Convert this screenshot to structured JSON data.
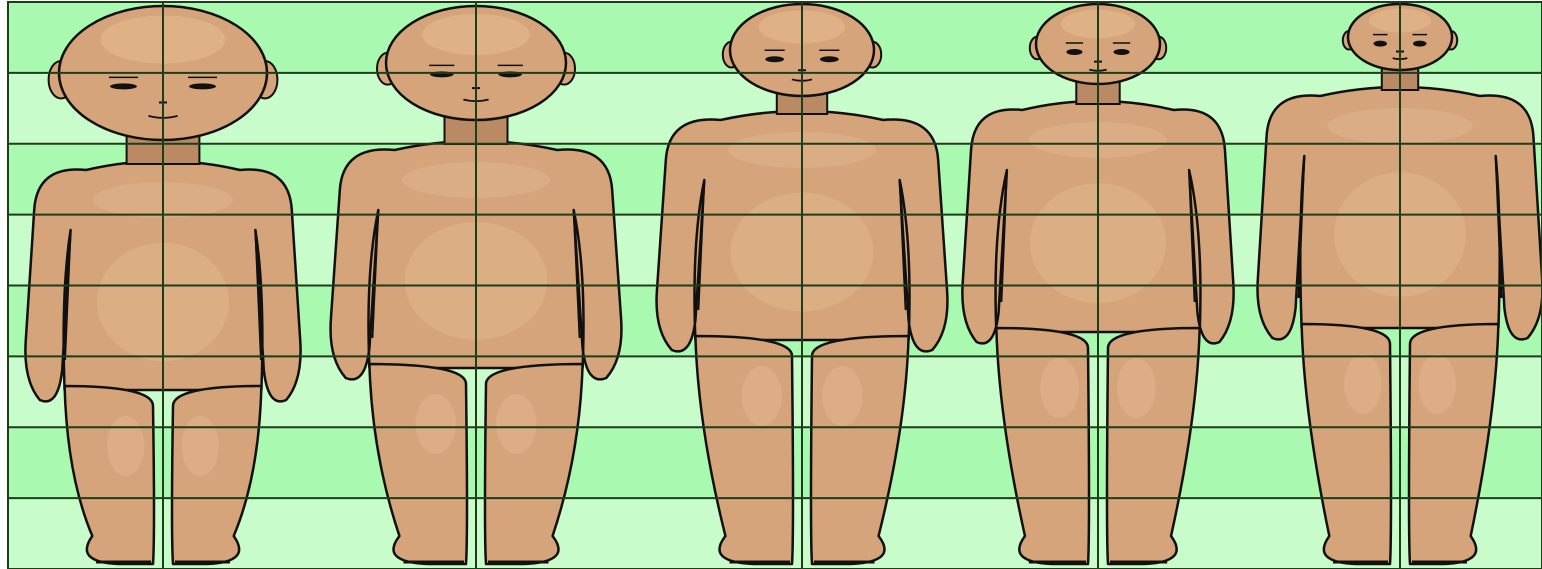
{
  "illustration": {
    "subject": "child-body-proportions-at-increasing-ages",
    "figure_count": 5,
    "grid_rows": 8,
    "colors": {
      "band_dark": "#a9f9b0",
      "band_light": "#c8fccb",
      "grid_line": "#1d3d1b",
      "skin": "#d5a47a",
      "skin_highlight": "#e2b68d",
      "skin_shadow": "#b98a63",
      "outline": "#111111"
    },
    "figures": [
      {
        "id": "figure-1"
      },
      {
        "id": "figure-2"
      },
      {
        "id": "figure-3"
      },
      {
        "id": "figure-4"
      },
      {
        "id": "figure-5"
      }
    ]
  }
}
